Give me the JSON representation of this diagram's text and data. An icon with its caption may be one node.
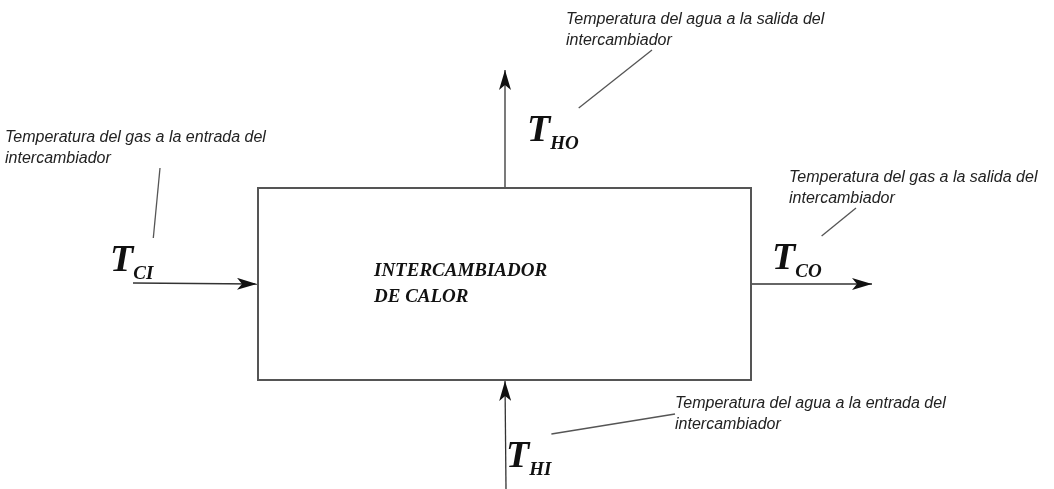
{
  "diagram": {
    "nodes": [
      {
        "text": [
          "Temperatura del agua a la salida del intercambiador"
        ]
      },
      {
        "text": [
          "T$_{HO}$"
        ]
      },
      {
        "text": [
          "Temperatura del gas a la entrada del intercambiador"
        ]
      },
      {
        "text": [
          "Temperatura del gas a la salida del intercambiador"
        ]
      },
      {
        "text": [
          "T$_{CI}$"
        ]
      },
      {
        "text": [
          "INTERCAMBIADOR DE CALOR"
        ]
      },
      {
        "text": [
          "T$_{CO}$"
        ]
      },
      {
        "text": [
          "Temperatura del agua a la entrada del intercambiador"
        ]
      },
      {
        "text": [
          "T$_{HI}$"
        ]
      }
    ],
    "edges": [
      {
        "from": 4,
        "to": 5,
        "arrow": "to"
      },
      {
        "from": 5,
        "to": null,
        "arrow": "to"
      },
      {
        "from": 5,
        "to": null,
        "arrow": "to"
      },
      {
        "from": 8,
        "to": 5,
        "arrow": "to"
      },
      {
        "from": 0,
        "to": 1,
        "arrow": "none"
      },
      {
        "from": 2,
        "to": 4,
        "arrow": "none"
      },
      {
        "from": 3,
        "to": 6,
        "arrow": "none"
      },
      {
        "from": 7,
        "to": 8,
        "arrow": "none"
      }
    ]
  }
}
